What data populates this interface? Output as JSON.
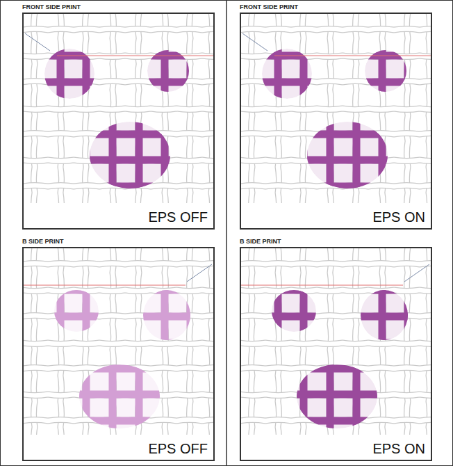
{
  "diagram": {
    "nodes": [
      {
        "text": [
          "FRONT SIDE PRINT",
          "EPS OFF"
        ]
      },
      {
        "text": [
          "FRONT SIDE PRINT",
          "EPS ON"
        ]
      },
      {
        "text": [
          "B SIDE PRINT",
          "EPS OFF"
        ]
      },
      {
        "text": [
          "B SIDE PRINT",
          "EPS ON"
        ]
      }
    ]
  }
}
